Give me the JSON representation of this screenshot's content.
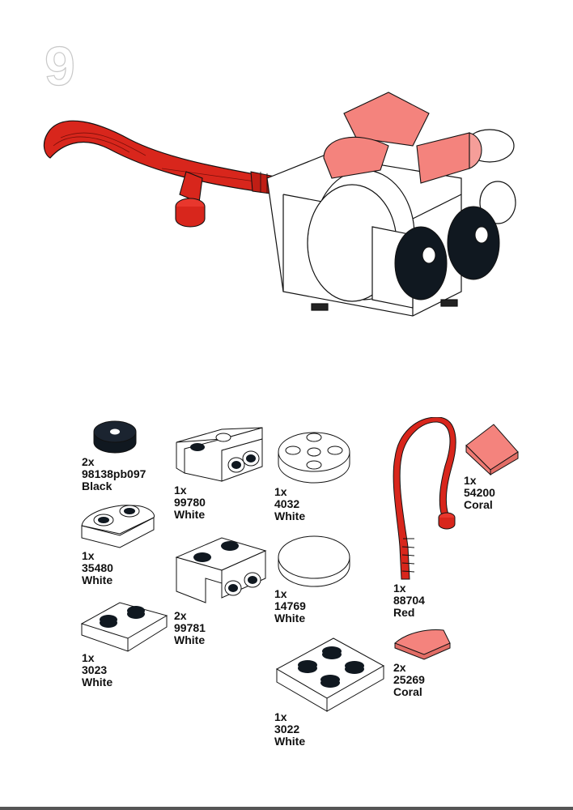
{
  "page": {
    "step_number": "9"
  },
  "parts": [
    {
      "qty": "2x",
      "id": "98138pb097",
      "color": "Black"
    },
    {
      "qty": "1x",
      "id": "35480",
      "color": "White"
    },
    {
      "qty": "1x",
      "id": "3023",
      "color": "White"
    },
    {
      "qty": "1x",
      "id": "99780",
      "color": "White"
    },
    {
      "qty": "2x",
      "id": "99781",
      "color": "White"
    },
    {
      "qty": "1x",
      "id": "4032",
      "color": "White"
    },
    {
      "qty": "1x",
      "id": "14769",
      "color": "White"
    },
    {
      "qty": "1x",
      "id": "3022",
      "color": "White"
    },
    {
      "qty": "1x",
      "id": "88704",
      "color": "Red"
    },
    {
      "qty": "2x",
      "id": "25269",
      "color": "Coral"
    },
    {
      "qty": "1x",
      "id": "54200",
      "color": "Coral"
    }
  ],
  "colors": {
    "red": "#d8261c",
    "coral": "#f4837d",
    "black": "#101820",
    "outline": "#111111"
  }
}
